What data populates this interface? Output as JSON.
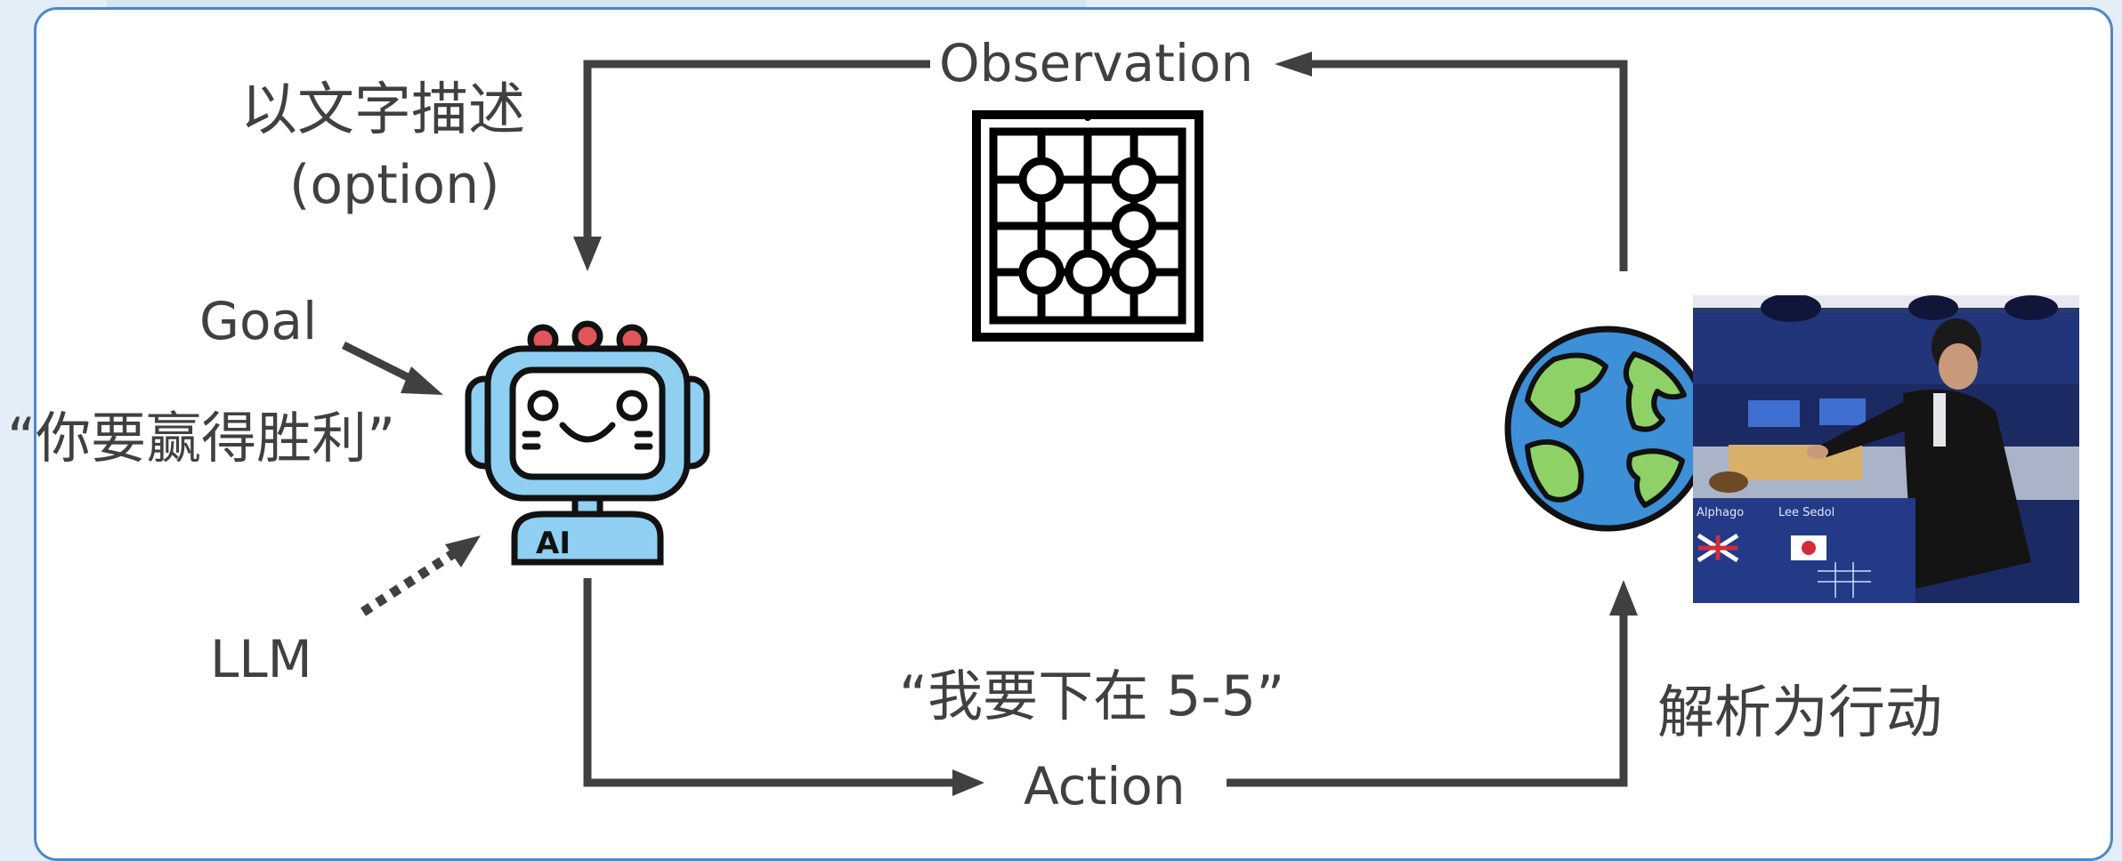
{
  "labels": {
    "observation": "Observation",
    "action": "Action",
    "text_description": "以文字描述",
    "option": "(option)",
    "goal": "Goal",
    "goal_quote": "“你要赢得胜利”",
    "llm": "LLM",
    "move_quote": "“我要下在 5-5”",
    "parse_to_action": "解析为行动"
  },
  "photo": {
    "left_player": "Alphago",
    "right_player": "Lee Sedol"
  },
  "robot_badge": "AI",
  "icons": [
    "go-board-icon",
    "robot-ai-icon",
    "earth-globe-icon",
    "go-match-photo"
  ],
  "colors": {
    "arrow": "#404040",
    "frame": "#4f86c6",
    "robot_blue": "#8ecff2",
    "robot_red": "#e2555a",
    "earth_ocean": "#3d8fd8",
    "earth_land": "#8ed166"
  }
}
